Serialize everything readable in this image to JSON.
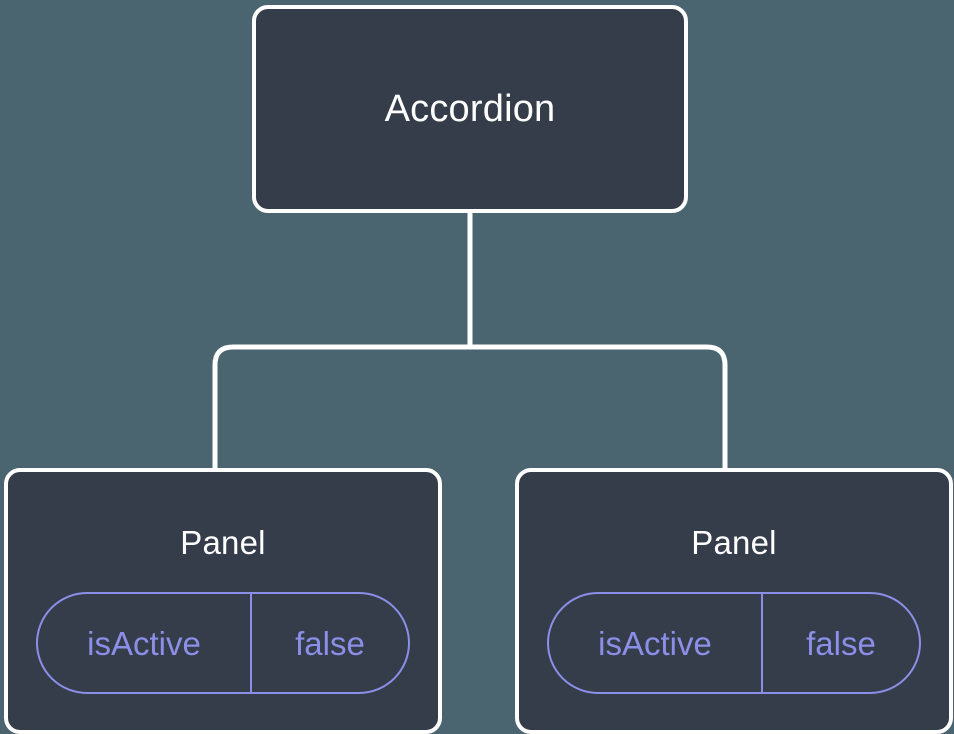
{
  "diagram": {
    "type": "component-tree",
    "background_color": "#4a6570",
    "node_fill_color": "#353c4a",
    "node_border_color": "#ffffff",
    "connector_color": "#ffffff",
    "badge_color": "#8b8fe8",
    "title_color": "#ffffff"
  },
  "root": {
    "label": "Accordion"
  },
  "children": [
    {
      "label": "Panel",
      "prop": {
        "key": "isActive",
        "value": "false"
      }
    },
    {
      "label": "Panel",
      "prop": {
        "key": "isActive",
        "value": "false"
      }
    }
  ]
}
